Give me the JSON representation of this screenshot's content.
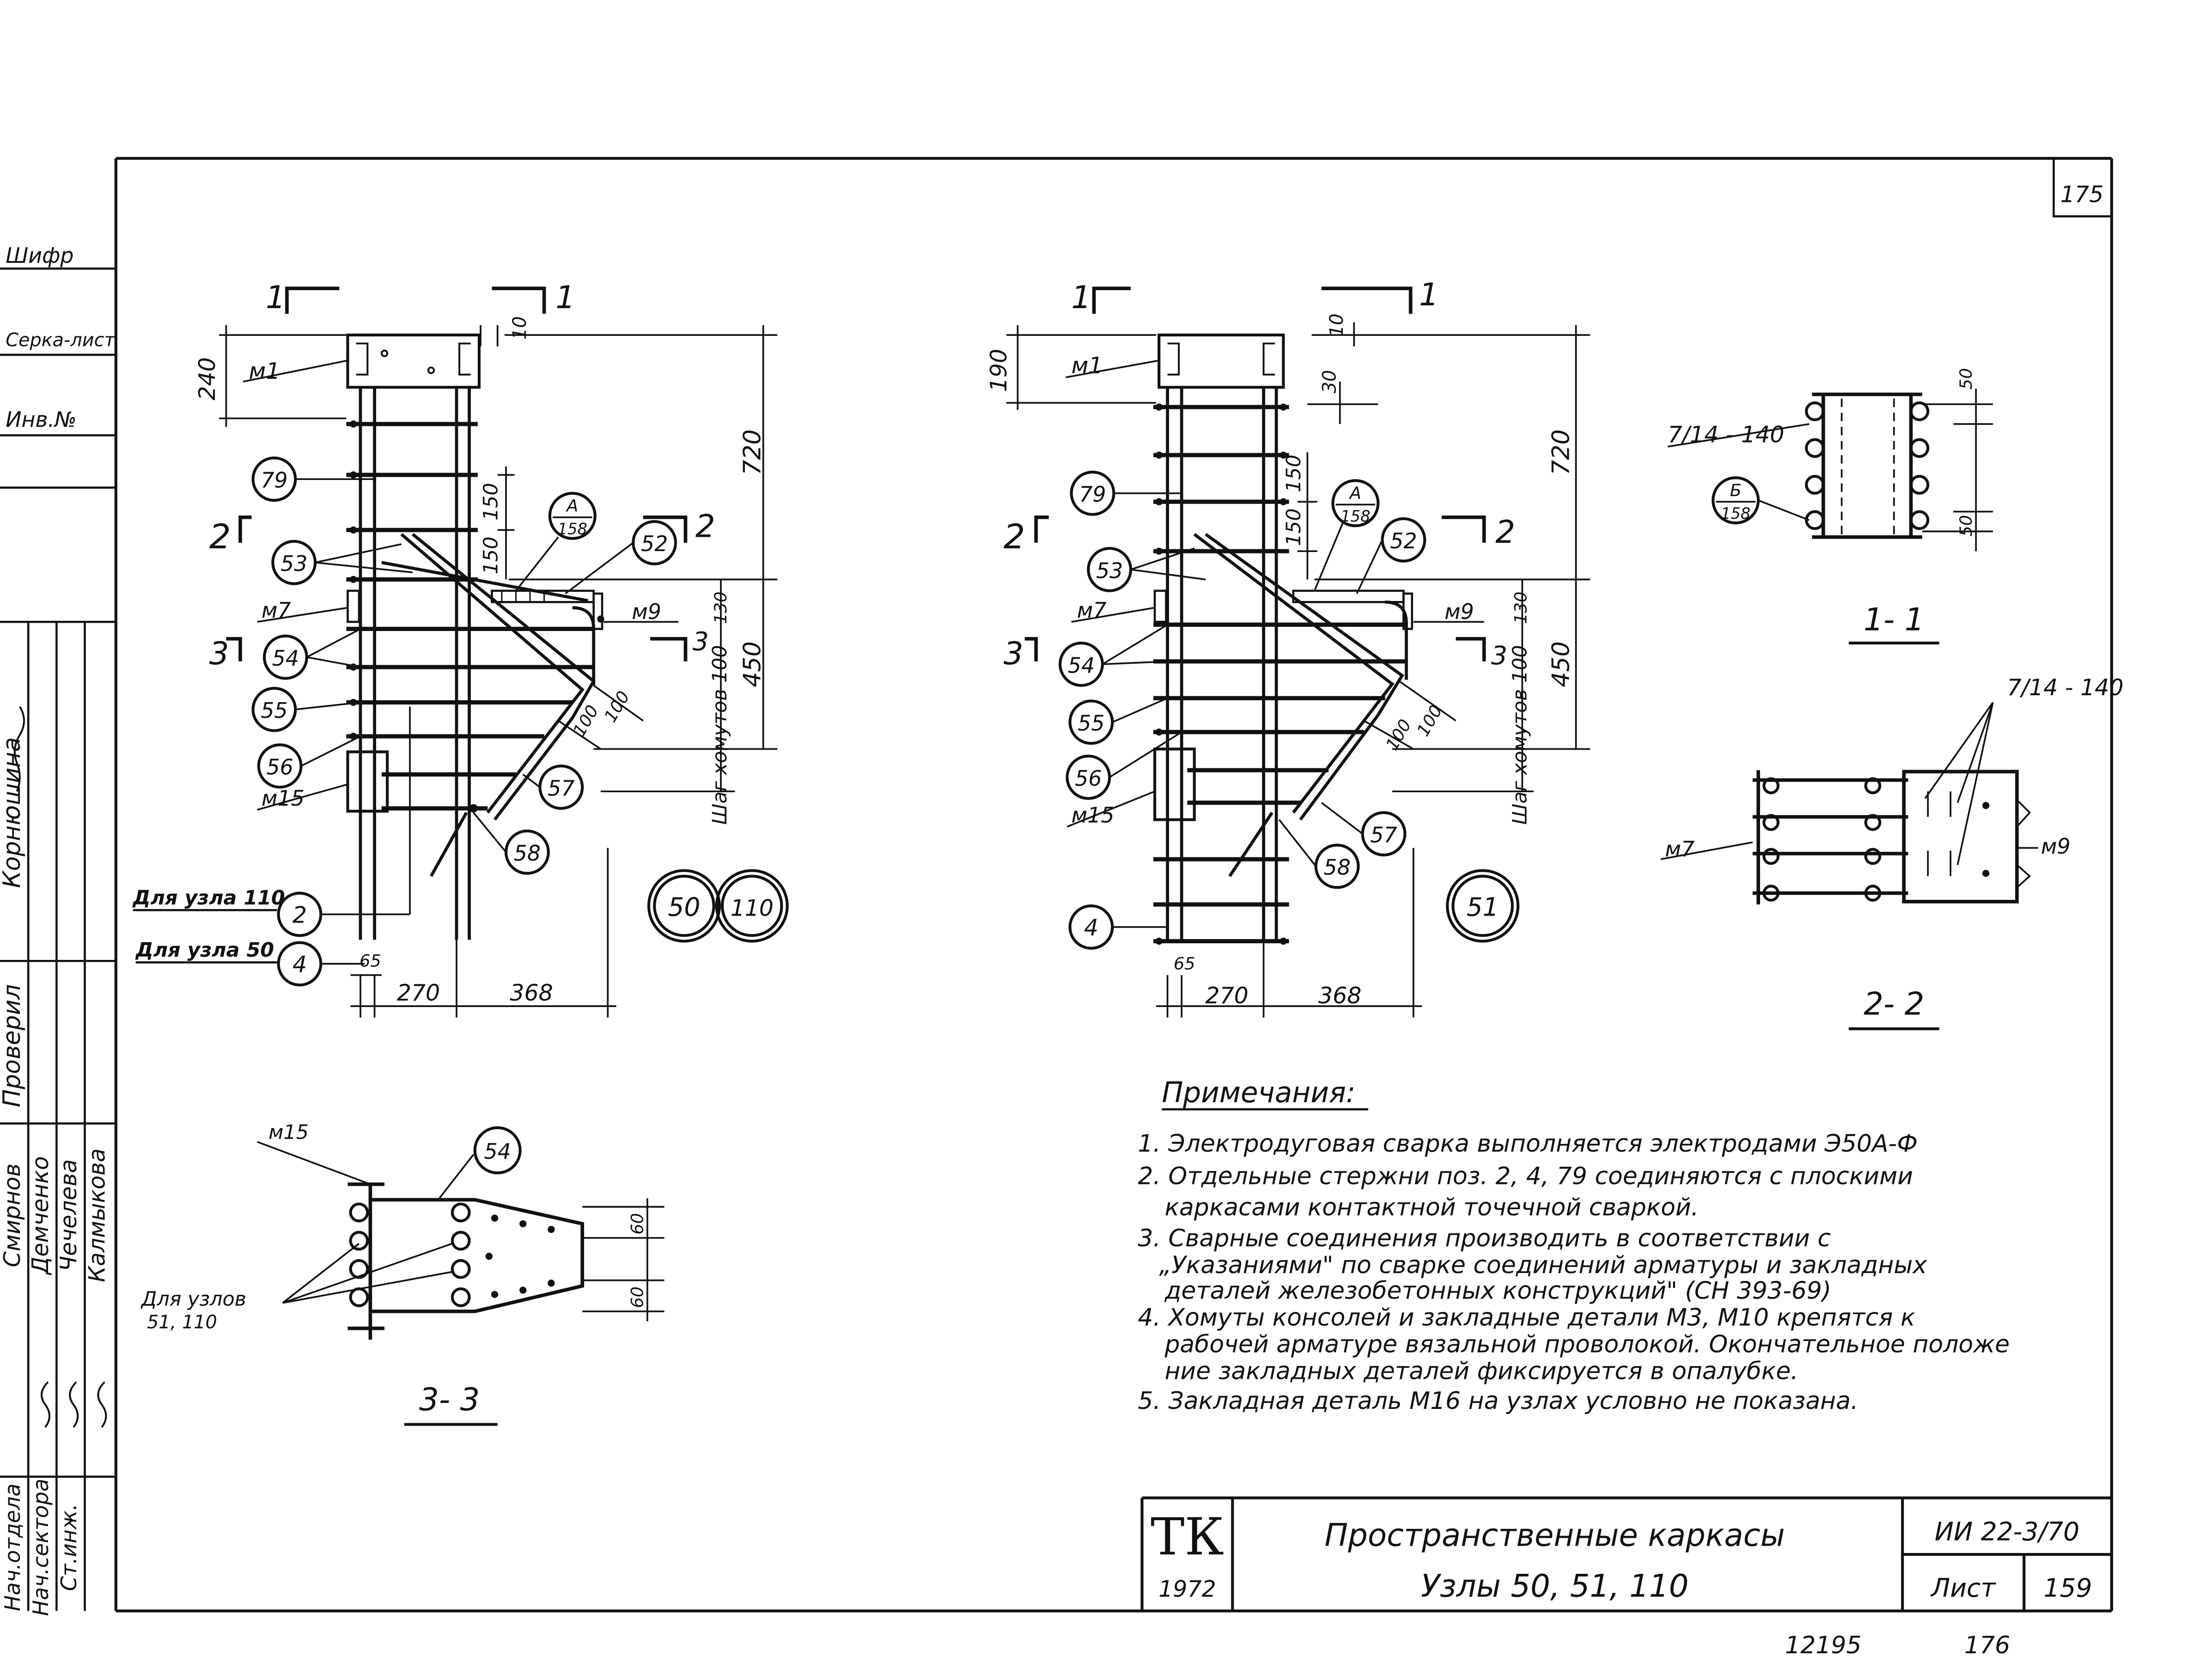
{
  "sheet": {
    "corner_number": "175",
    "bottom_num_left": "12195",
    "bottom_num_right": "176"
  },
  "left_stamp": {
    "top_labels": [
      "Шифр",
      "Серка-лист",
      "Инв.№"
    ],
    "checker": {
      "role": "Проверил",
      "name": "Корнюшина"
    },
    "roles": [
      "Нач.отдела",
      "Нач.сектора",
      "Ст.инж."
    ],
    "names": [
      "Смирнов",
      "Демченко",
      "Чечелева",
      "Калмыкова"
    ]
  },
  "node_50_110": {
    "sect_a": "1",
    "sect_b": "2",
    "sect_c": "3",
    "dims": {
      "top": "240",
      "gap": "10",
      "height": "720",
      "step": "150",
      "lower": "450",
      "d130": "130",
      "stirrup": "Шаг хомутов 100",
      "d100": "100",
      "w65": "65",
      "w270": "270",
      "w368": "368"
    },
    "parts": {
      "m1": "м1",
      "m7": "м7",
      "m9": "м9",
      "m15": "м15",
      "b": "А",
      "bsub": "158"
    },
    "bubbles": [
      "79",
      "53",
      "54",
      "55",
      "56",
      "57",
      "58",
      "52"
    ],
    "note_110": "Для узла 110",
    "pos_110": "2",
    "note_50": "Для узла 50",
    "pos_50": "4",
    "node_ids": [
      "50",
      "110"
    ]
  },
  "node_51": {
    "dims": {
      "top": "190",
      "gap": "10",
      "d30": "30",
      "height": "720",
      "step": "150",
      "lower": "450",
      "d130": "130",
      "stirrup": "Шаг хомутов 100",
      "d100": "100",
      "w65": "65",
      "w270": "270",
      "w368": "368"
    },
    "parts": {
      "m1": "м1",
      "m7": "м7",
      "m9": "м9",
      "m15": "м15",
      "b": "А",
      "bsub": "158"
    },
    "bubbles": [
      "79",
      "53",
      "54",
      "55",
      "56",
      "57",
      "58",
      "52",
      "4"
    ],
    "node_id": "51"
  },
  "section_11": {
    "mark": "7/14 - 140",
    "bubble_a": "Б",
    "bubble_b": "158",
    "d50a": "50",
    "d50b": "50",
    "title": "1- 1"
  },
  "section_22": {
    "mark": "7/14 - 140",
    "m7": "м7",
    "m9": "м9",
    "title": "2- 2"
  },
  "section_33": {
    "m15": "м15",
    "bubble": "54",
    "d60a": "60",
    "d60b": "60",
    "note1": "Для узлов",
    "note2": "51, 110",
    "title": "3- 3"
  },
  "notes": {
    "heading": "Примечания:",
    "lines": [
      "1. Электродуговая сварка выполняется электродами Э50А-Ф",
      "2. Отдельные стержни поз. 2, 4, 79 соединяются с плоскими",
      "каркасами контактной точечной сваркой.",
      "3. Сварные соединения производить в соответствии с",
      "„Указаниями\" по сварке соединений арматуры и закладных",
      "деталей железобетонных конструкций\" (СН 393-69)",
      "4. Хомуты консолей и закладные детали М3, М10 крепятся к",
      "рабочей арматуре вязальной проволокой. Окончательное положе",
      "ние закладных деталей фиксируется в опалубке.",
      "5. Закладная деталь М16 на узлах условно не показана."
    ]
  },
  "title_block": {
    "logo": "ТК",
    "year": "1972",
    "line1": "Пространственные каркасы",
    "line2": "Узлы 50, 51, 110",
    "series": "ИИ 22-3/70",
    "sheet_label": "Лист",
    "sheet_no": "159"
  }
}
